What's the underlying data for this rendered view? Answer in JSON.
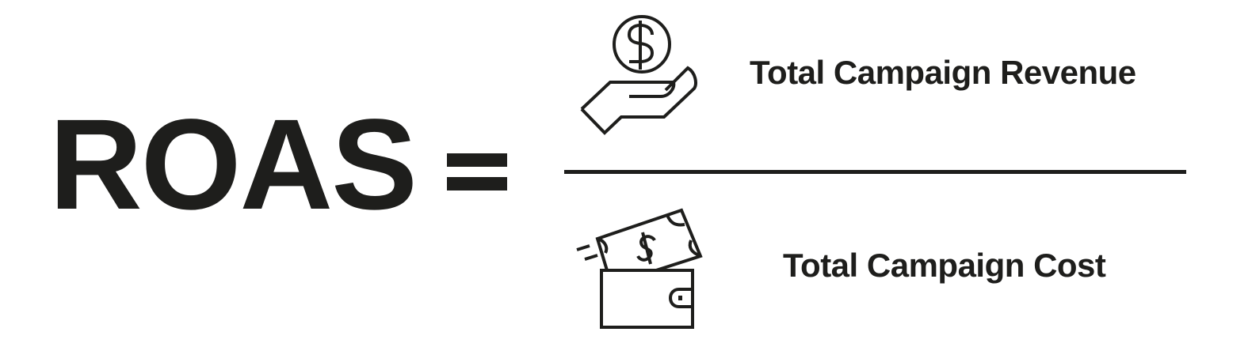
{
  "formula": {
    "lhs": "ROAS",
    "operator": "=",
    "numerator": {
      "icon": "hand-holding-dollar-coin-icon",
      "label": "Total Campaign Revenue"
    },
    "denominator": {
      "icon": "wallet-with-dollar-bill-icon",
      "label": "Total Campaign Cost"
    }
  },
  "colors": {
    "ink": "#1e1e1c",
    "background": "#ffffff"
  }
}
